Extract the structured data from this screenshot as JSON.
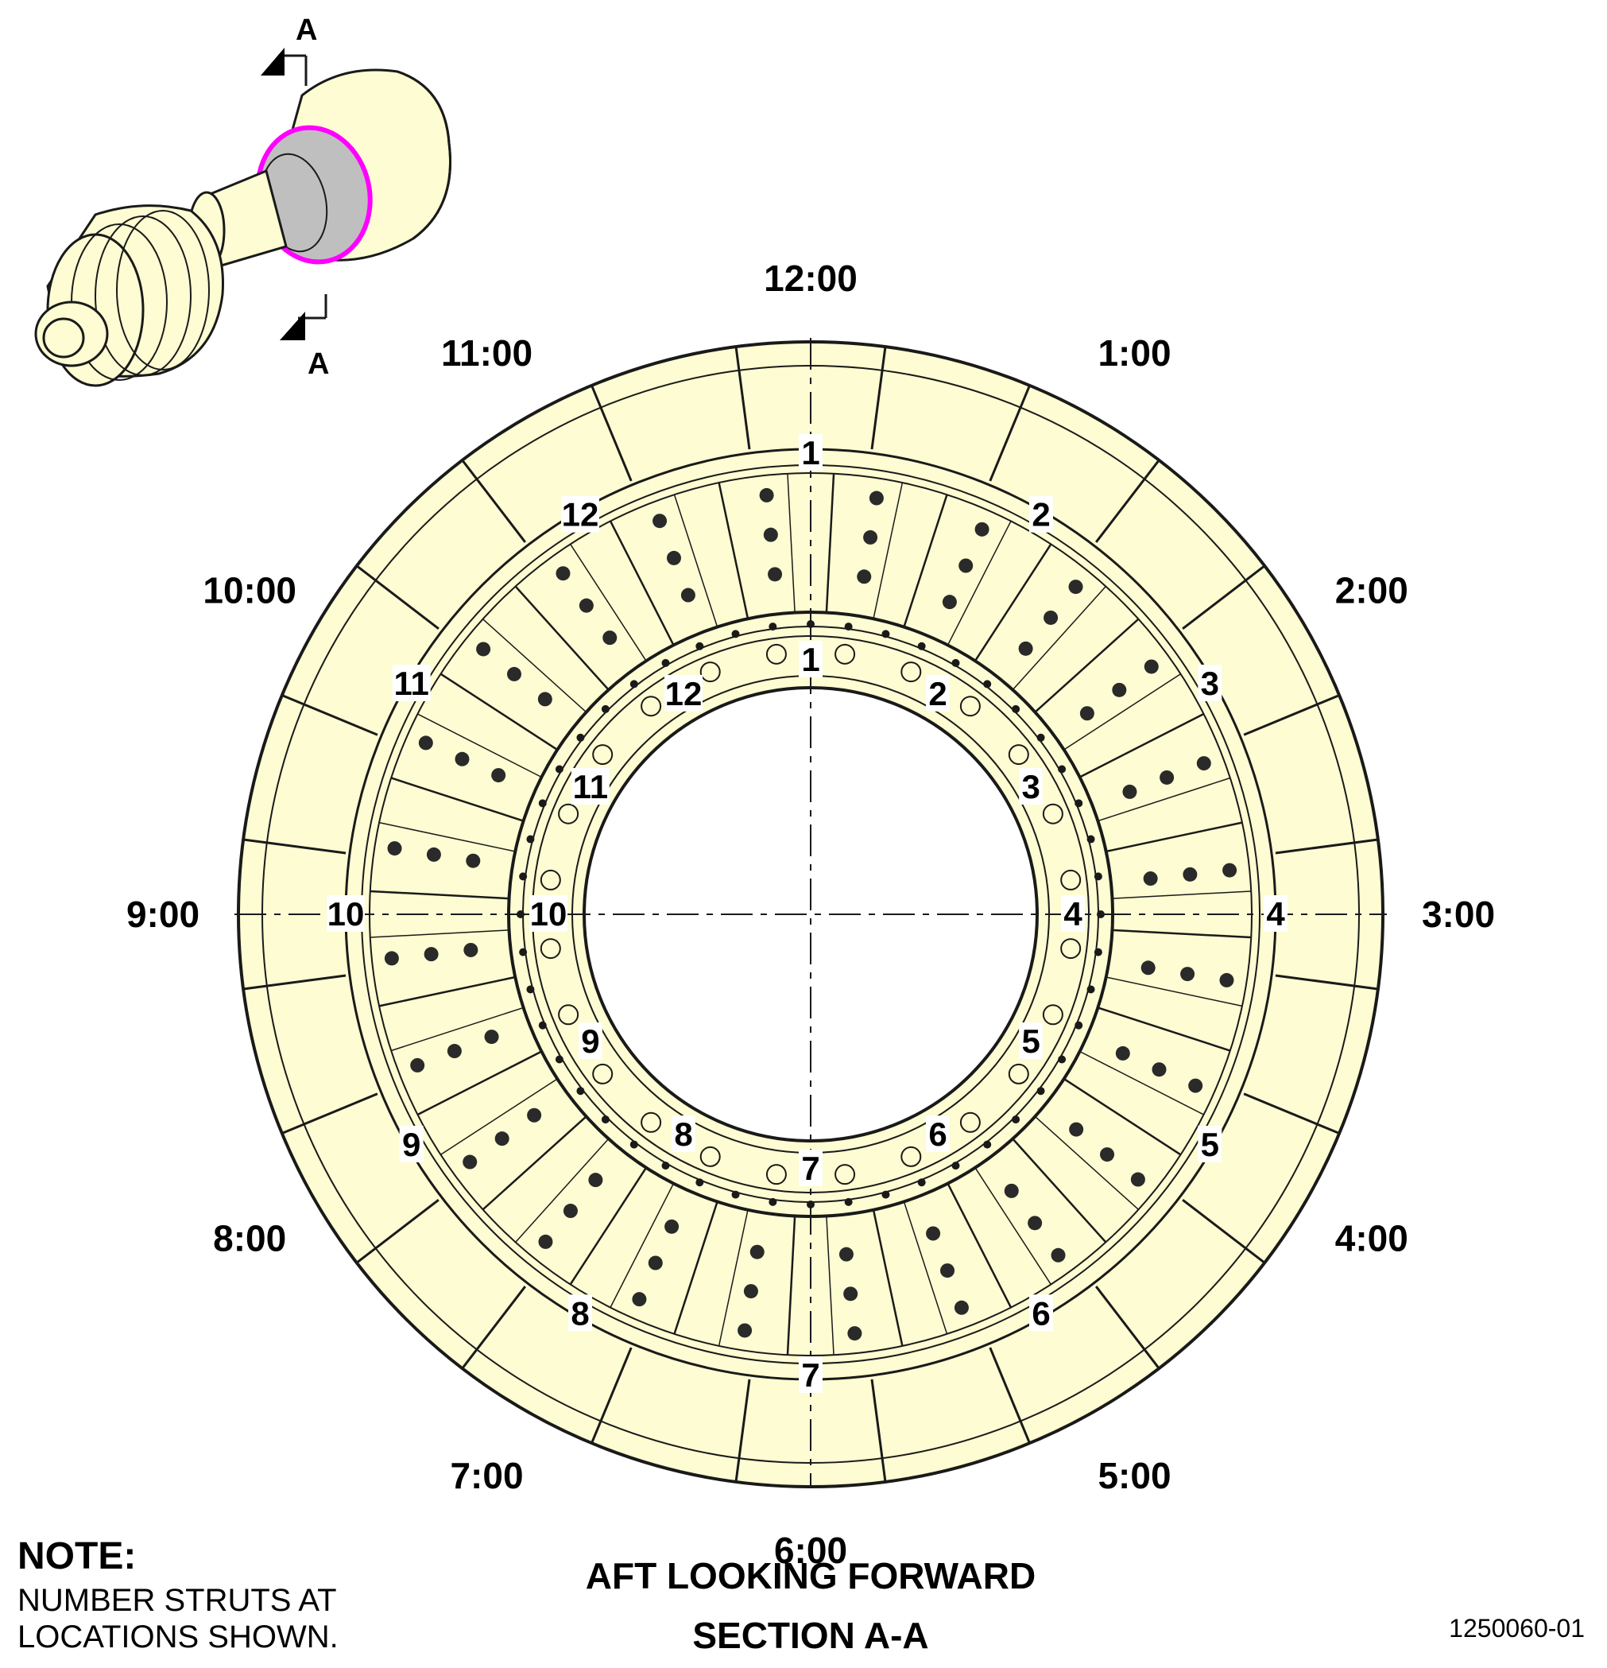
{
  "section_marker": {
    "letter_top": "A",
    "letter_bottom": "A"
  },
  "clock_positions": [
    "12:00",
    "1:00",
    "2:00",
    "3:00",
    "4:00",
    "5:00",
    "6:00",
    "7:00",
    "8:00",
    "9:00",
    "10:00",
    "11:00"
  ],
  "outer_strut_numbers": [
    "1",
    "2",
    "3",
    "4",
    "5",
    "6",
    "7",
    "8",
    "9",
    "10",
    "11",
    "12"
  ],
  "inner_strut_numbers": [
    "1",
    "2",
    "3",
    "4",
    "5",
    "6",
    "7",
    "8",
    "9",
    "10",
    "11",
    "12"
  ],
  "note": {
    "title": "NOTE:",
    "text": "NUMBER STRUTS AT LOCATIONS SHOWN."
  },
  "captions": {
    "view": "AFT LOOKING FORWARD",
    "section": "SECTION A-A"
  },
  "figure_id": "1250060-01",
  "colors": {
    "part_fill": "#fdfcd2",
    "line": "#1a1a1a",
    "highlight": "#ff00ff",
    "section_gray": "#bfbfbf"
  }
}
